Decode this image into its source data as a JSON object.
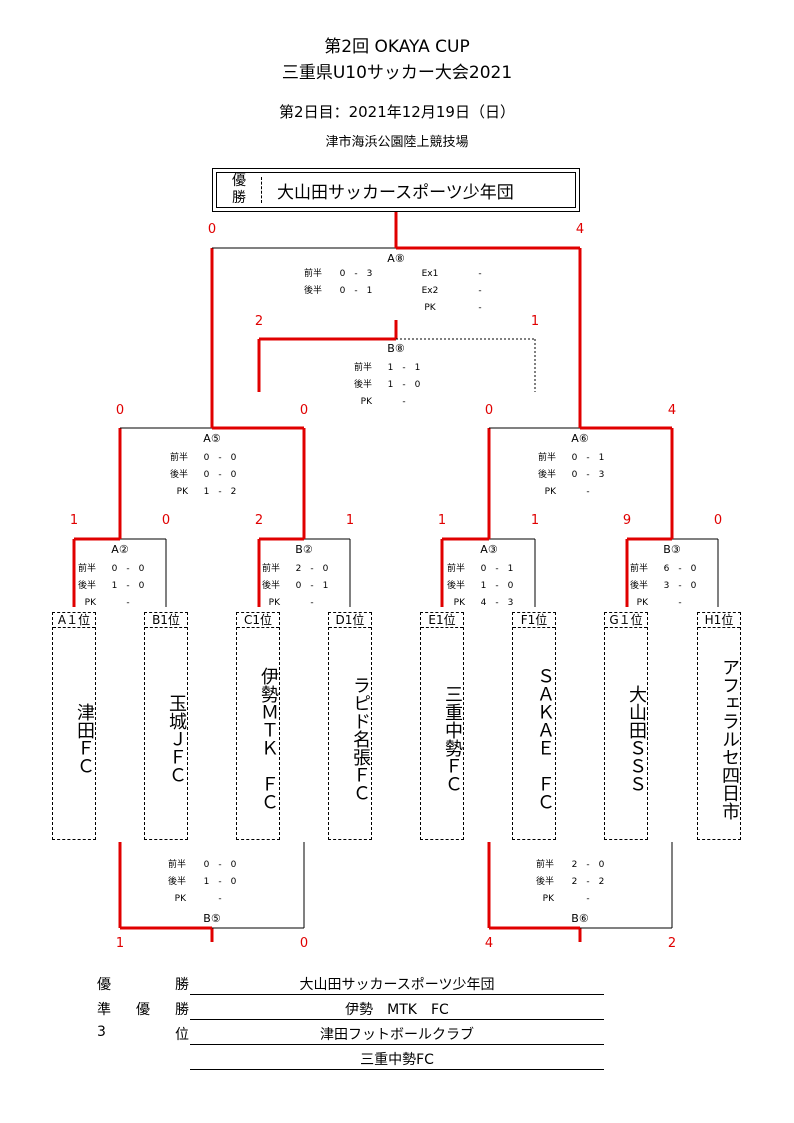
{
  "header": {
    "title_line1": "第2回 OKAYA CUP",
    "title_line2": "三重県U10サッカー大会2021",
    "date_line": "第2日目：2021年12月19日（日）",
    "venue": "津市海浜公園陸上競技場"
  },
  "champion_box": {
    "label": "優勝",
    "name": "大山田サッカースポーツ少年団"
  },
  "colors": {
    "winner_line": "#e00000",
    "score_text": "#e00000",
    "line": "#000000"
  },
  "teams": [
    {
      "label": "A１位",
      "name": "津田ＦＣ"
    },
    {
      "label": "B1位",
      "name": "玉城ＪＦＣ"
    },
    {
      "label": "C1位",
      "name": "伊勢ＭＴＫ　ＦＣ"
    },
    {
      "label": "D1位",
      "name": "ラピド名張ＦＣ"
    },
    {
      "label": "E1位",
      "name": "三重中勢ＦＣ"
    },
    {
      "label": "F1位",
      "name": "ＳＡＫＡＥ　ＦＣ"
    },
    {
      "label": "G１位",
      "name": "大山田ＳＳＳ"
    },
    {
      "label": "H1位",
      "name": "アフェラルセ四日市"
    }
  ],
  "matches": {
    "A2": {
      "name": "A②",
      "left_score": "1",
      "right_score": "0",
      "rows": [
        [
          "前半",
          "0　-　0"
        ],
        [
          "後半",
          "1　-　0"
        ],
        [
          "PK",
          "-"
        ]
      ]
    },
    "B2": {
      "name": "B②",
      "left_score": "2",
      "right_score": "1",
      "rows": [
        [
          "前半",
          "2　-　0"
        ],
        [
          "後半",
          "0　-　1"
        ],
        [
          "PK",
          "-"
        ]
      ]
    },
    "A3": {
      "name": "A③",
      "left_score": "1",
      "right_score": "1",
      "rows": [
        [
          "前半",
          "0　-　1"
        ],
        [
          "後半",
          "1　-　0"
        ],
        [
          "PK",
          "4　-　3"
        ]
      ]
    },
    "B3": {
      "name": "B③",
      "left_score": "9",
      "right_score": "0",
      "rows": [
        [
          "前半",
          "6　-　0"
        ],
        [
          "後半",
          "3　-　0"
        ],
        [
          "PK",
          "-"
        ]
      ]
    },
    "A5": {
      "name": "A⑤",
      "left_score": "0",
      "right_score": "0",
      "rows": [
        [
          "前半",
          "0　-　0"
        ],
        [
          "後半",
          "0　-　0"
        ],
        [
          "PK",
          "1　-　2"
        ]
      ]
    },
    "A6": {
      "name": "A⑥",
      "left_score": "0",
      "right_score": "4",
      "rows": [
        [
          "前半",
          "0　-　1"
        ],
        [
          "後半",
          "0　-　3"
        ],
        [
          "PK",
          "-"
        ]
      ]
    },
    "A8": {
      "name": "A⑧",
      "left_score": "0",
      "right_score": "4",
      "rows": [
        [
          "前半",
          "0　-　3"
        ],
        [
          "後半",
          "0　-　1"
        ]
      ],
      "extra_rows": [
        [
          "Ex1",
          "-"
        ],
        [
          "Ex2",
          "-"
        ],
        [
          "PK",
          "-"
        ]
      ]
    },
    "B8": {
      "name": "B⑧",
      "left_score": "2",
      "right_score": "1",
      "rows": [
        [
          "前半",
          "1　-　1"
        ],
        [
          "後半",
          "1　-　0"
        ],
        [
          "PK",
          "-"
        ]
      ]
    },
    "B5": {
      "name": "B⑤",
      "left_score": "1",
      "right_score": "0",
      "rows": [
        [
          "前半",
          "0　-　0"
        ],
        [
          "後半",
          "1　-　0"
        ],
        [
          "PK",
          "-"
        ]
      ]
    },
    "B6": {
      "name": "B⑥",
      "left_score": "4",
      "right_score": "2",
      "rows": [
        [
          "前半",
          "2　-　0"
        ],
        [
          "後半",
          "2　-　2"
        ],
        [
          "PK",
          "-"
        ]
      ]
    }
  },
  "results": [
    {
      "label": "優勝",
      "value": "大山田サッカースポーツ少年団"
    },
    {
      "label": "準優勝",
      "value": "伊勢　MTK　FC"
    },
    {
      "label": "3位",
      "value": "津田フットボールクラブ"
    },
    {
      "label": "",
      "value": "三重中勢FC"
    }
  ]
}
